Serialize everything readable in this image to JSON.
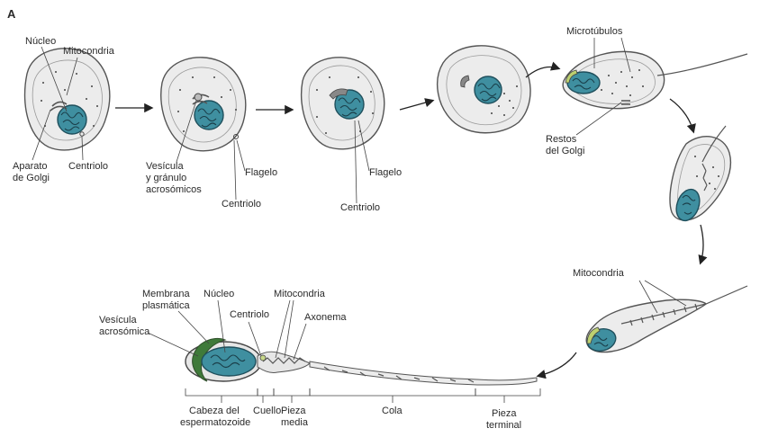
{
  "panel_letter": "A",
  "labels": {
    "c1_nucleo": "Núcleo",
    "c1_mitocondria": "Mitocondria",
    "c1_aparato": "Aparato",
    "c1_golgi": "de Golgi",
    "c1_centriolo": "Centriolo",
    "c2_vesicula_1": "Vesícula",
    "c2_vesicula_2": "y gránulo",
    "c2_vesicula_3": "acrosómicos",
    "c2_flagelo": "Flagelo",
    "c2_centriolo": "Centriolo",
    "c3_flagelo": "Flagelo",
    "c3_centriolo": "Centriolo",
    "c5_microtubulos": "Microtúbulos",
    "c5_restos_1": "Restos",
    "c5_restos_2": "del Golgi",
    "c7_mitocondria": "Mitocondria",
    "sp_membrana_1": "Membrana",
    "sp_membrana_2": "plasmática",
    "sp_nucleo": "Núcleo",
    "sp_mitocondria": "Mitocondria",
    "sp_vesicula_1": "Vesícula",
    "sp_vesicula_2": "acrosómica",
    "sp_centriolo": "Centriolo",
    "sp_axonema": "Axonema",
    "seg_cabeza_1": "Cabeza del",
    "seg_cabeza_2": "espermatozoide",
    "seg_cuello": "Cuello",
    "seg_pieza_media_1": "Pieza",
    "seg_pieza_media_2": "media",
    "seg_cola": "Cola",
    "seg_pieza_terminal_1": "Pieza",
    "seg_pieza_terminal_2": "terminal"
  },
  "colors": {
    "cytoplasm": "#ececec",
    "nucleus": "#3f8fa0",
    "chromatin": "#1b3f4a",
    "acrosome": "#c9d98a",
    "outline": "#555555"
  }
}
